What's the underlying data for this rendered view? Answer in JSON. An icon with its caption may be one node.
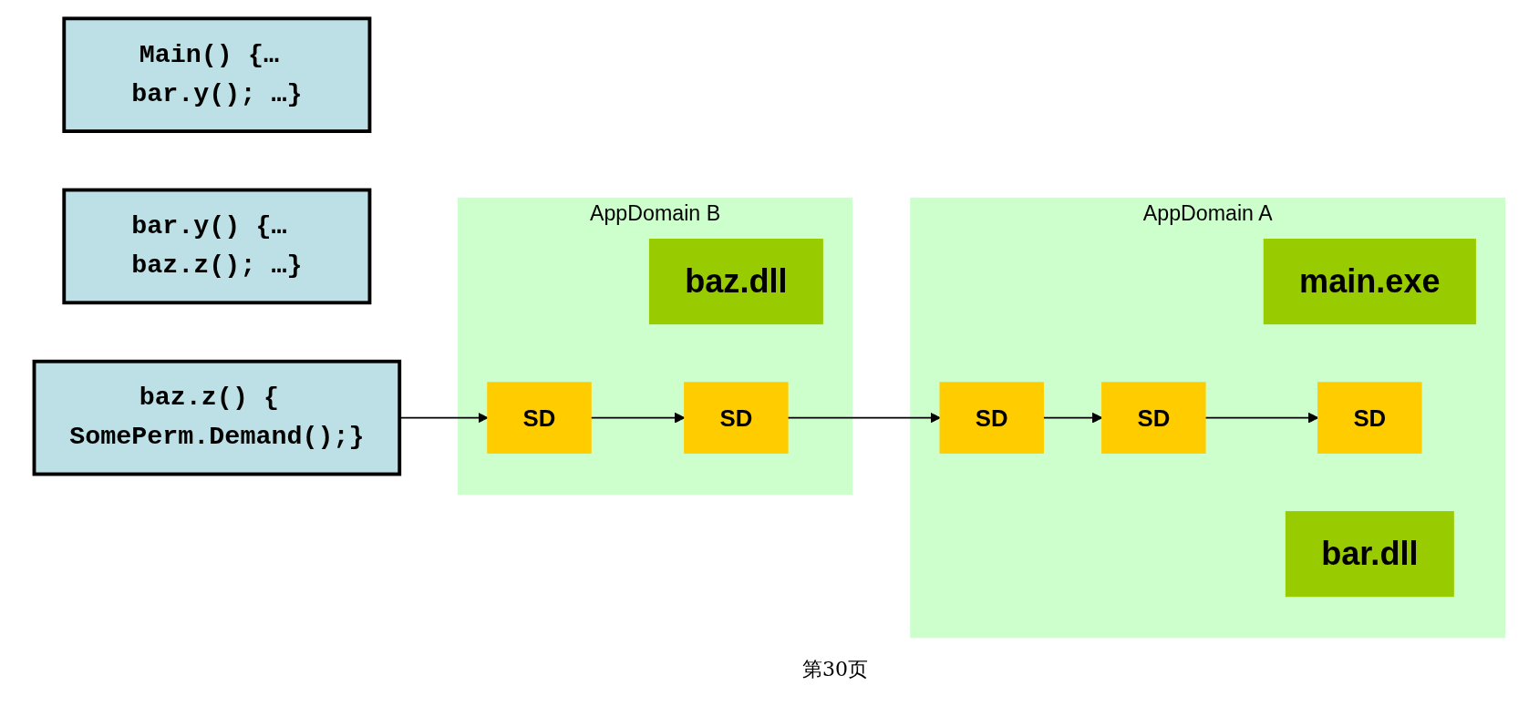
{
  "diagram": {
    "nodes": [
      {
        "text": [
          "AppDomain A"
        ]
      },
      {
        "text": [
          "main.exe"
        ],
        "in": 0
      },
      {
        "text": [
          "SD"
        ],
        "in": 0
      },
      {
        "text": [
          "bar.dll"
        ],
        "in": 0
      },
      {
        "text": [
          "SD"
        ],
        "in": 0
      },
      {
        "text": [
          "SD"
        ],
        "in": 0
      },
      {
        "text": [
          "AppDomain B"
        ]
      },
      {
        "text": [
          "baz.dll"
        ],
        "in": 6
      },
      {
        "text": [
          "SD"
        ],
        "in": 6
      },
      {
        "text": [
          "SD"
        ],
        "in": 6
      },
      {
        "text": [
          "Main() {… bar.y(); …}"
        ]
      },
      {
        "text": [
          "bar.y() {… baz.z(); …}"
        ]
      },
      {
        "text": [
          "baz.z() { SomePerm.Demand();}"
        ]
      }
    ],
    "edges": [
      {
        "from": 12,
        "to": 9,
        "arrow": "to"
      },
      {
        "from": 9,
        "to": 8,
        "arrow": "to"
      },
      {
        "from": 8,
        "to": 5,
        "arrow": "to"
      },
      {
        "from": 5,
        "to": 4,
        "arrow": "to"
      },
      {
        "from": 4,
        "to": 2,
        "arrow": "to"
      }
    ],
    "labels": [
      "第30页"
    ]
  }
}
